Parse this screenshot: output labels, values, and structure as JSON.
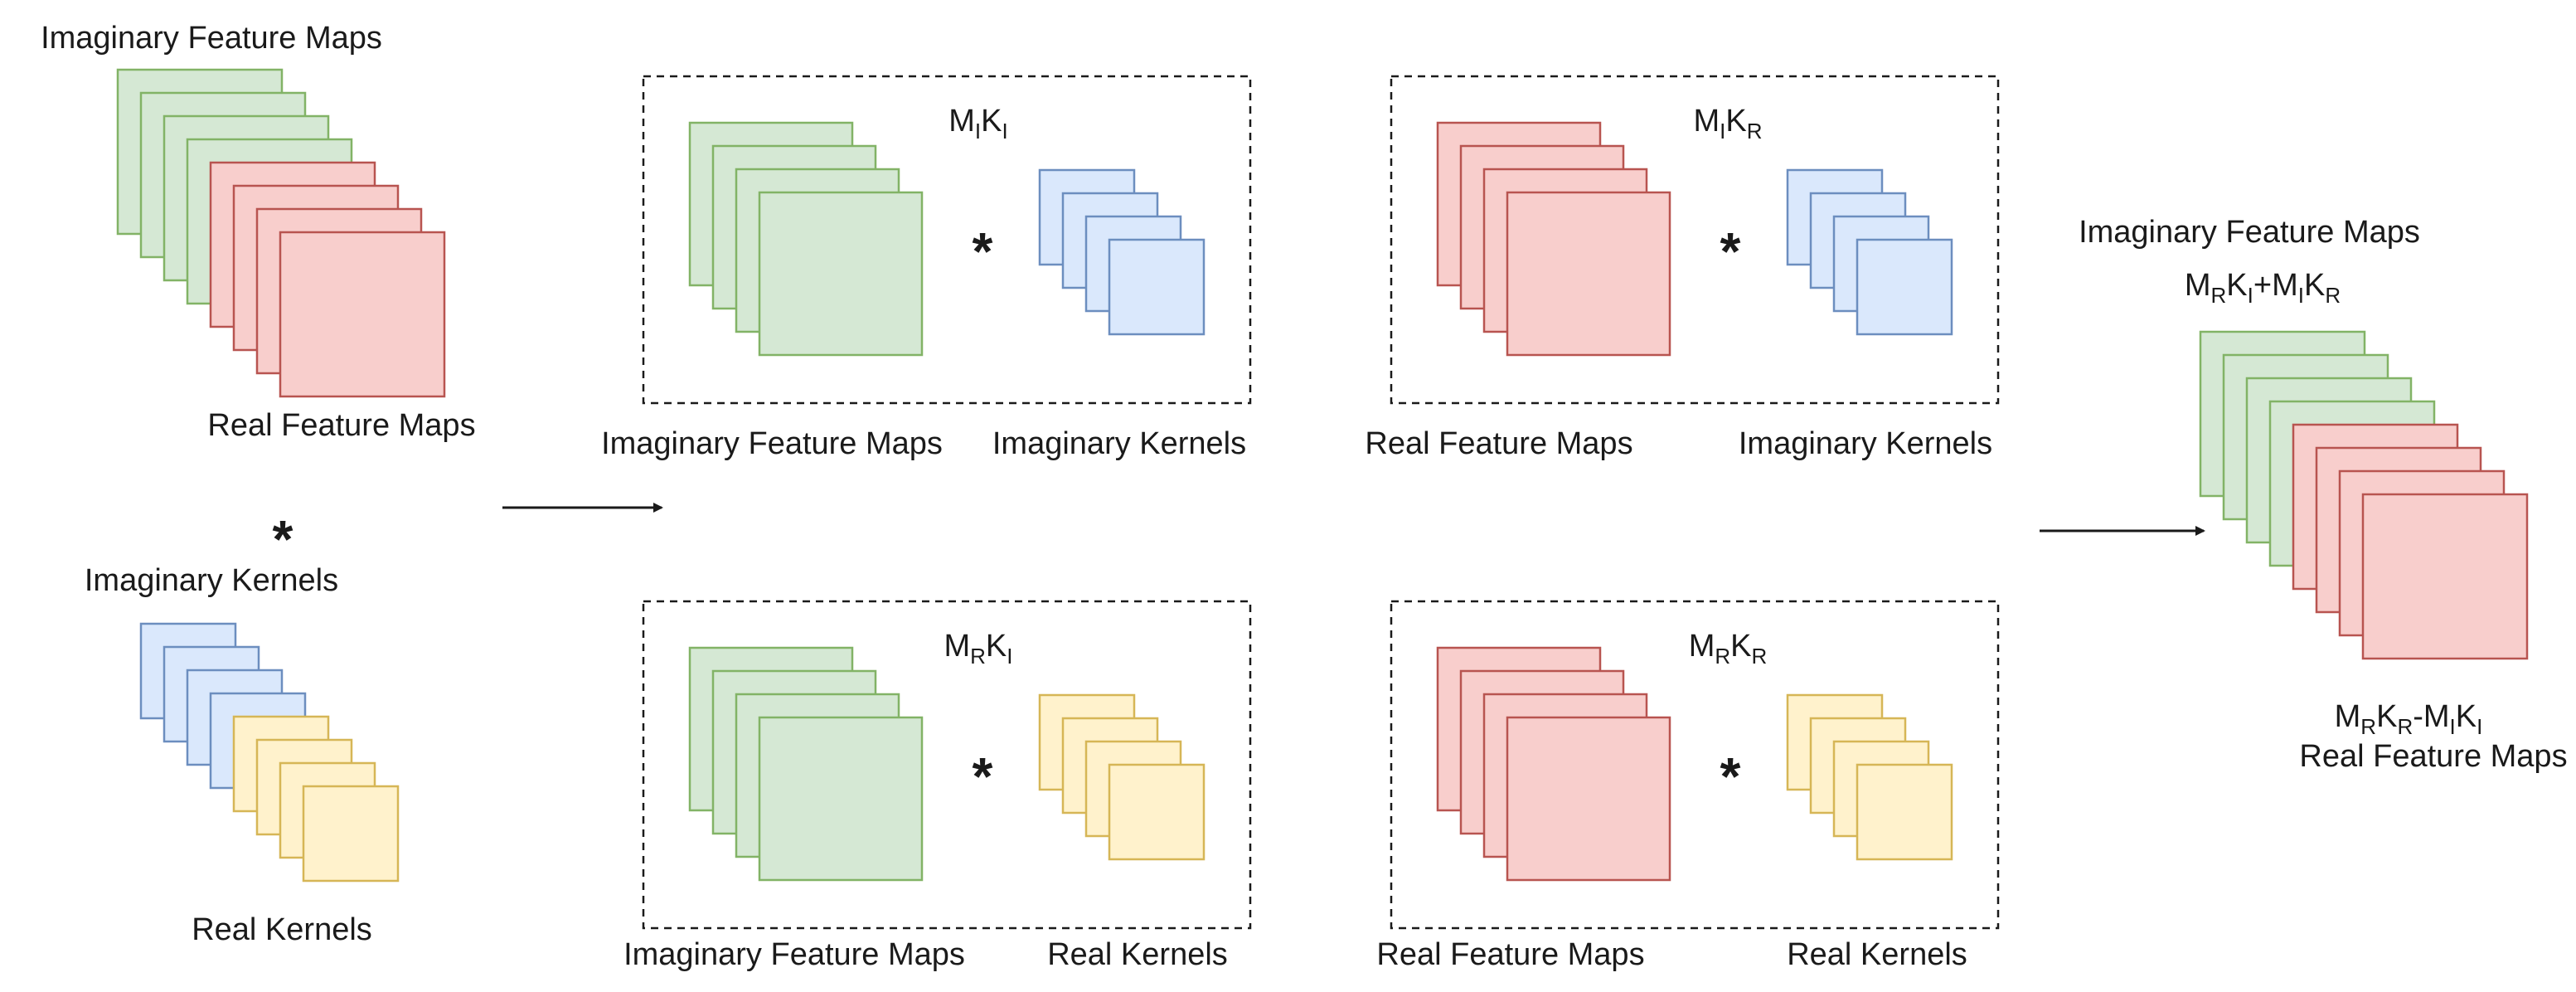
{
  "colors": {
    "green_fill": "#d5e8d4",
    "green_stroke": "#82b366",
    "red_fill": "#f8cecc",
    "red_stroke": "#b85450",
    "blue_fill": "#dae8fc",
    "blue_stroke": "#6c8ebf",
    "yellow_fill": "#fff2cc",
    "yellow_stroke": "#d6b656",
    "ink": "#1a1a1a"
  },
  "operator": "*",
  "inputs": {
    "imag_maps_label": "Imaginary Feature Maps",
    "real_maps_label": "Real Feature Maps",
    "imag_kernels_label": "Imaginary  Kernels",
    "real_kernels_label": "Real  Kernels"
  },
  "products": [
    {
      "M": "I",
      "K": "I",
      "maps_label": "Imaginary Feature Maps",
      "kernels_label": "Imaginary  Kernels"
    },
    {
      "M": "I",
      "K": "R",
      "maps_label": "Real Feature Maps",
      "kernels_label": "Imaginary  Kernels"
    },
    {
      "M": "R",
      "K": "I",
      "maps_label": "Imaginary Feature Maps",
      "kernels_label": "Real  Kernels"
    },
    {
      "M": "R",
      "K": "R",
      "maps_label": "Real Feature Maps",
      "kernels_label": "Real  Kernels"
    }
  ],
  "output": {
    "imag_label": "Imaginary Feature Maps",
    "imag_formula": {
      "sign": "+",
      "terms": [
        {
          "M": "R",
          "K": "I"
        },
        {
          "M": "I",
          "K": "R"
        }
      ]
    },
    "real_formula": {
      "sign": "-",
      "terms": [
        {
          "M": "R",
          "K": "R"
        },
        {
          "M": "I",
          "K": "I"
        }
      ]
    },
    "real_label": "Real Feature Maps"
  }
}
